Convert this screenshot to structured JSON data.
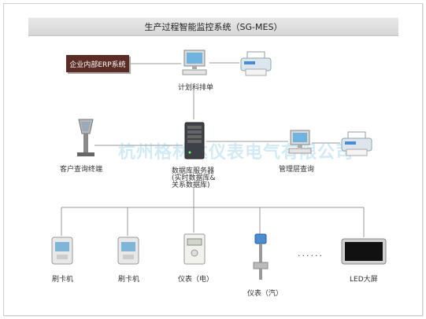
{
  "title": "生产过程智能监控系统（SG-MES）",
  "erp": "企业内部ERP系统",
  "watermark": "杭州格林达仪表电气有限公司",
  "nodes": {
    "plan": "计划科排单",
    "kiosk": "客户查询终端",
    "server_l1": "数据库服务器",
    "server_l2": "(实时数据库&",
    "server_l3": "关系数据库)",
    "mgmt": "管理层查询",
    "card1": "刷卡机",
    "card2": "刷卡机",
    "elec": "仪表（电）",
    "steam": "仪表（汽）",
    "led": "LED大屏"
  },
  "ellipsis": "......",
  "colors": {
    "title_bg": "#dcdcdc",
    "erp_bg": "#5b2b25",
    "line": "#9a9a9a"
  }
}
